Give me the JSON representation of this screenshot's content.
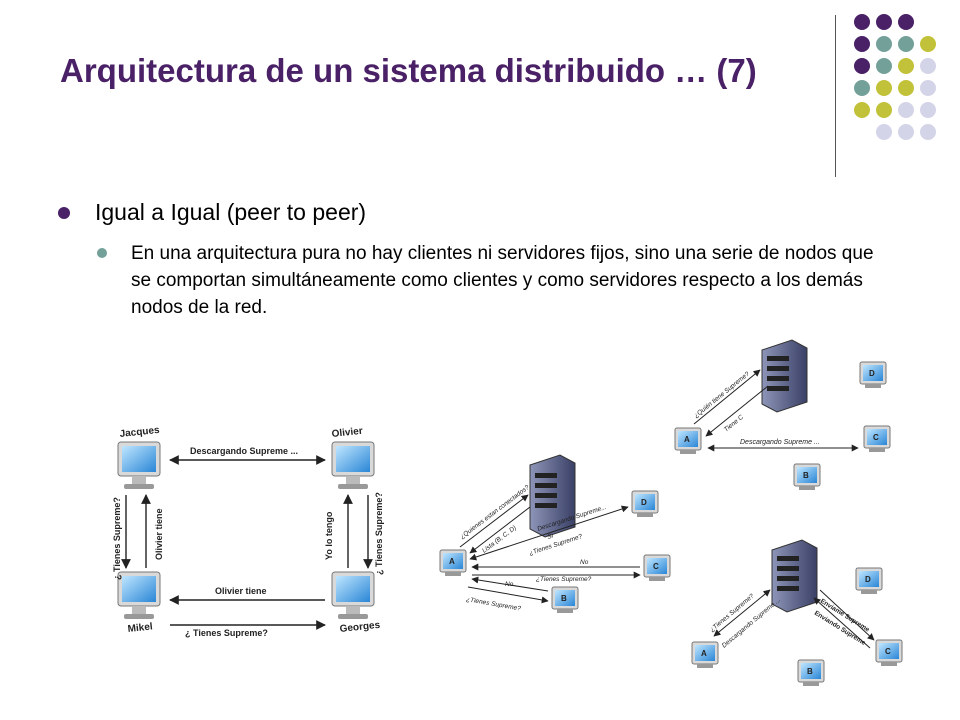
{
  "slide": {
    "title": "Arquitectura de un sistema distribuido … (7)",
    "accent_color": "#4a2167",
    "dot_colors": [
      "#4a2167",
      "#73a19a",
      "#c2c23a",
      "#d4d4e8"
    ]
  },
  "content": {
    "bullet_level1": "Igual a Igual (peer to peer)",
    "bullet_level2": "En una arquitectura pura no hay clientes ni servidores fijos, sino una serie de nodos que se comportan simultáneamente como clientes y como servidores respecto a los demás nodos de la red."
  },
  "diagram_ring": {
    "nodes": {
      "top_left": "Jacques",
      "top_right": "Olivier",
      "bottom_left": "Mikel",
      "bottom_right": "Georges"
    },
    "messages": {
      "top": "Descargando Supreme ...",
      "bottom_top": "Olivier tiene",
      "bottom_bottom": "¿ Tienes Supreme?",
      "left_outer": "¿ Tienes Supreme?",
      "left_inner": "Olivier tiene",
      "right_inner": "Yo lo tengo",
      "right_outer": "¿ Tienes Supreme?"
    }
  },
  "diagram_server_list": {
    "nodes": [
      "A",
      "B",
      "C",
      "D"
    ],
    "messages": {
      "q1": "¿Quienes estan conectados?",
      "q2": "Lista (B, C, D)",
      "dl": "Descargando Supreme...",
      "si": "Si",
      "ask_d": "¿Tienes Supreme?",
      "no1": "No",
      "ask_c": "¿Tienes Supreme?",
      "no2": "No",
      "ask_b": "¿Tienes Supreme?"
    }
  },
  "diagram_central_index": {
    "nodes": [
      "A",
      "B",
      "C",
      "D"
    ],
    "messages": {
      "q": "¿Quién tiene Supreme?",
      "ans": "Tiene C",
      "dl": "Descargando Supreme ..."
    }
  },
  "diagram_central_relay": {
    "nodes": [
      "A",
      "B",
      "C",
      "D"
    ],
    "messages": {
      "ask": "¿Tienes Supreme?",
      "dl": "Descargando Supreme ...",
      "env1": "Enviame Supreme",
      "env2": "Enviando Supreme"
    }
  }
}
